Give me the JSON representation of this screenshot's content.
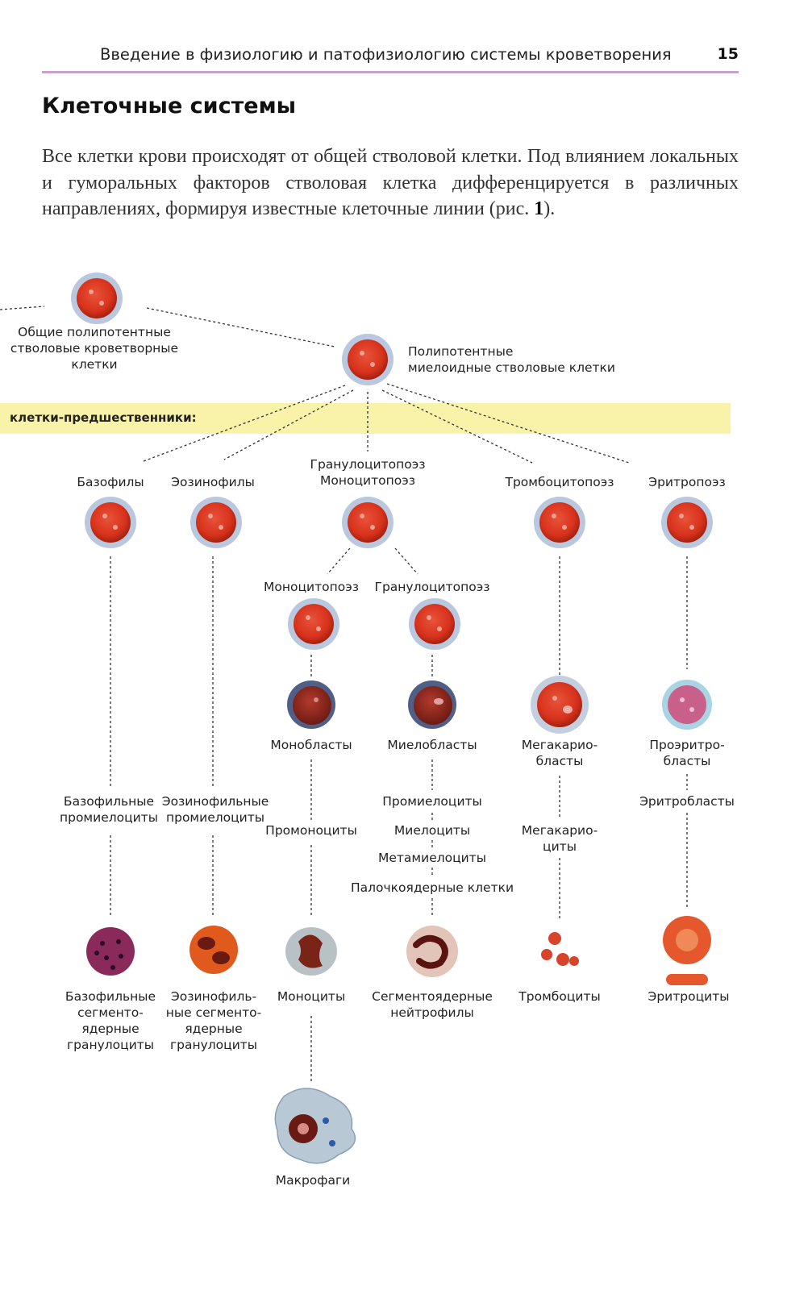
{
  "header": {
    "running_title": "Введение в физиологию и патофизиологию системы кроветворения",
    "page_number": "15"
  },
  "section_title": "Клеточные системы",
  "paragraph": {
    "text": "Все клетки крови происходят от общей стволовой клетки. Под влиянием локальных и гуморальных факторов стволовая клетка дифференцируется в различных направлениях, формируя известные клеточные линии (рис. ",
    "fig_ref": "1",
    "end": ")."
  },
  "band_label": "клетки-предшественники:",
  "labels": {
    "common_stem": [
      "Общие полипотентные",
      "стволовые кроветворные",
      "клетки"
    ],
    "myeloid_stem": [
      "Полипотентные",
      "миелоидные стволовые клетки"
    ],
    "basophils": "Базофилы",
    "eosinophils": "Эозинофилы",
    "granulo_mono": [
      "Гранулоцитопоэз",
      "Моноцитопоэз"
    ],
    "thrombopoiesis": "Тромбоцитопоэз",
    "erythropoiesis": "Эритропоэз",
    "monocytopoiesis": "Моноцитопоэз",
    "granulocytopoiesis": "Гранулоцитопоэз",
    "monoblasts": "Монобласты",
    "myeloblasts": "Миелобласты",
    "megakaryoblasts": [
      "Мегакарио-",
      "бласты"
    ],
    "proerythroblasts": [
      "Проэритро-",
      "бласты"
    ],
    "baso_promyelocytes": [
      "Базофильные",
      "промиелоциты"
    ],
    "eos_promyelocytes": [
      "Эозинофильные",
      "промиелоциты"
    ],
    "promyelocytes": "Промиелоциты",
    "erythroblasts": "Эритробласты",
    "promonocytes": "Промоноциты",
    "myelocytes": "Миелоциты",
    "megakaryocytes": [
      "Мегакарио-",
      "циты"
    ],
    "metamyelocytes": "Метамиелоциты",
    "band_cells": "Палочкоядерные клетки",
    "baso_granulocytes": [
      "Базофильные",
      "сегменто-",
      "ядерные",
      "гранулоциты"
    ],
    "eos_granulocytes": [
      "Эозинофиль-",
      "ные сегменто-",
      "ядерные",
      "гранулоциты"
    ],
    "monocytes": "Моноциты",
    "neutrophils": [
      "Сегментоядерные",
      "нейтрофилы"
    ],
    "platelets": "Тромбоциты",
    "erythrocytes": "Эритроциты",
    "macrophages": "Макрофаги"
  },
  "colors": {
    "cell_red": "#d8321c",
    "cell_halo": "#b9c8de",
    "band": "#f8f3a8",
    "rule": "#c9a2c9"
  }
}
